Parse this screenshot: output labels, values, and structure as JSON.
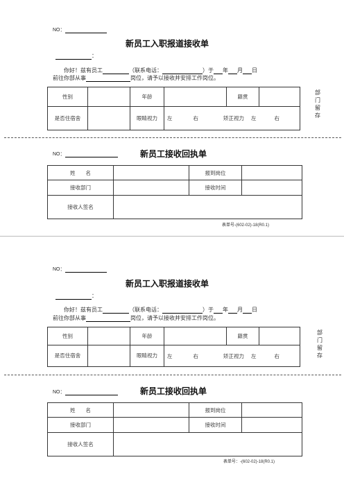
{
  "header": {
    "no_label": "NO：",
    "title": "新员工入职报道接收单",
    "colon": "："
  },
  "letter": {
    "greeting": "你好！兹有员工",
    "phone": "（联系电话：",
    "yu": "）于",
    "year": "年",
    "month": "月",
    "day": "日",
    "line2a": "前往你部从事",
    "line2b": "岗位，请予以接收并安排工作岗位。"
  },
  "table1": {
    "gender": "性别",
    "age": "年龄",
    "native": "籍贯",
    "dorm": "是否住宿舍",
    "eyes": "眼睛视力",
    "left": "左",
    "right": "右",
    "corrected": "矫正视力",
    "left2": "左",
    "right2": "右"
  },
  "side_note": [
    "部",
    "门",
    "留",
    "存"
  ],
  "receipt": {
    "no_label": "NO：",
    "title": "新员工接收回执单",
    "name": "姓　　名",
    "report_post": "报到岗位",
    "dept": "接收部门",
    "time": "接收时间",
    "sign": "接收人签名"
  },
  "footer": {
    "form_no_1": "表单号-(602-02)-18(R0.1)",
    "form_no_2": "表单号：-(602-02)-18(R0.1)"
  }
}
